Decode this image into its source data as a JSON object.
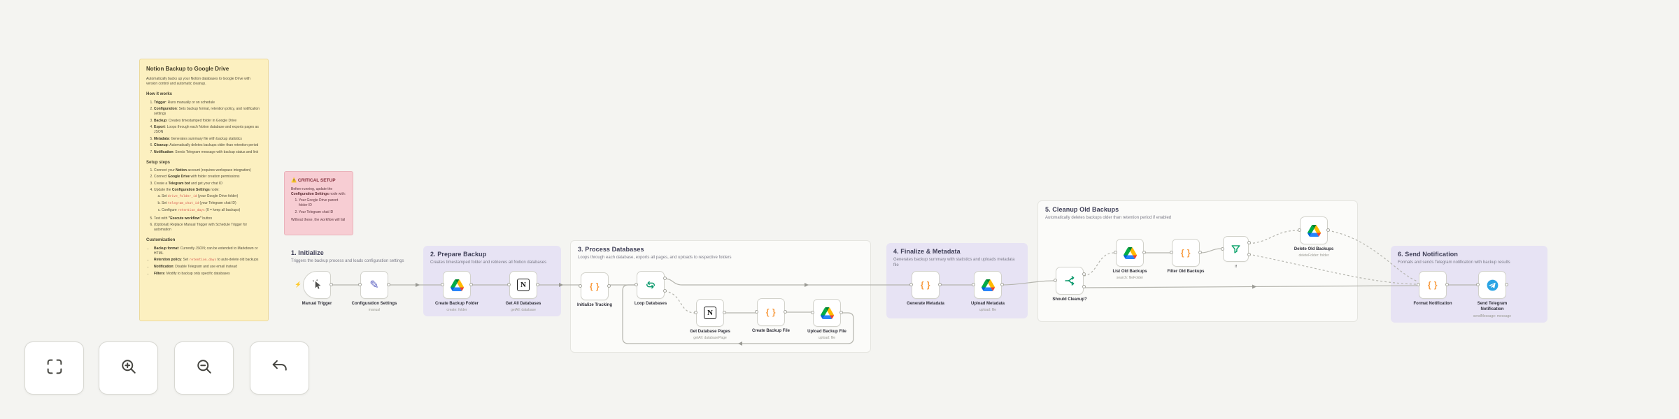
{
  "colors": {
    "canvas_bg": "#f4f4f1",
    "section_purple": "#e7e3f4",
    "section_white": "#fbfbf9",
    "sticky_yellow": "#fcf0c0",
    "sticky_pink": "#f7cdd3",
    "node_border": "#d2d2cb",
    "wire": "#b5b5ae",
    "code_orange": "#f89b40",
    "loop_green": "#0e9a6e",
    "telegram_blue": "#2aa4e4",
    "pencil_indigo": "#5a5fc0",
    "trigger_bolt_red": "#e4572e"
  },
  "sticky_yellow": {
    "title": "Notion Backup to Google Drive",
    "intro": "Automatically backs up your Notion databases to Google Drive with version control and automatic cleanup.",
    "how_heading": "How it works",
    "how_items": [
      {
        "segs": [
          {
            "b": "Trigger"
          },
          {
            "t": ": Runs manually or on schedule"
          }
        ]
      },
      {
        "segs": [
          {
            "b": "Configuration"
          },
          {
            "t": ": Sets backup format, retention policy, and notification settings"
          }
        ]
      },
      {
        "segs": [
          {
            "b": "Backup"
          },
          {
            "t": ": Creates timestamped folder in Google Drive"
          }
        ]
      },
      {
        "segs": [
          {
            "b": "Export"
          },
          {
            "t": ": Loops through each Notion database and exports pages as JSON"
          }
        ]
      },
      {
        "segs": [
          {
            "b": "Metadata"
          },
          {
            "t": ": Generates summary file with backup statistics"
          }
        ]
      },
      {
        "segs": [
          {
            "b": "Cleanup"
          },
          {
            "t": ": Automatically deletes backups older than retention period"
          }
        ]
      },
      {
        "segs": [
          {
            "b": "Notification"
          },
          {
            "t": ": Sends Telegram message with backup status and link"
          }
        ]
      }
    ],
    "setup_heading": "Setup steps",
    "setup_items": [
      {
        "segs": [
          {
            "t": "Connect your "
          },
          {
            "b": "Notion"
          },
          {
            "t": " account (requires workspace integration)"
          }
        ]
      },
      {
        "segs": [
          {
            "t": "Connect "
          },
          {
            "b": "Google Drive"
          },
          {
            "t": " with folder creation permissions"
          }
        ]
      },
      {
        "segs": [
          {
            "t": "Create a "
          },
          {
            "b": "Telegram bot"
          },
          {
            "t": " and get your chat ID"
          }
        ]
      },
      {
        "segs": [
          {
            "t": "Update the "
          },
          {
            "b": "Configuration Settings"
          },
          {
            "t": " node:"
          }
        ],
        "sub": [
          {
            "segs": [
              {
                "t": "Set "
              },
              {
                "c": "drive_folder_id"
              },
              {
                "t": " (your Google Drive folder)"
              }
            ]
          },
          {
            "segs": [
              {
                "t": "Set "
              },
              {
                "c": "telegram_chat_id"
              },
              {
                "t": " (your Telegram chat ID)"
              }
            ]
          },
          {
            "segs": [
              {
                "t": "Configure "
              },
              {
                "c": "retention_days"
              },
              {
                "t": " (0 = keep all backups)"
              }
            ]
          }
        ]
      },
      {
        "segs": [
          {
            "t": "Test with "
          },
          {
            "b": "\"Execute workflow\""
          },
          {
            "t": " button"
          }
        ]
      },
      {
        "segs": [
          {
            "t": "(Optional) Replace Manual Trigger with Schedule Trigger for automation"
          }
        ]
      }
    ],
    "custom_heading": "Customization",
    "custom_items": [
      {
        "segs": [
          {
            "b": "Backup format"
          },
          {
            "t": ": Currently JSON; can be extended to Markdown or HTML"
          }
        ]
      },
      {
        "segs": [
          {
            "b": "Retention policy"
          },
          {
            "t": ": Set "
          },
          {
            "c": "retention_days"
          },
          {
            "t": " to auto-delete old backups"
          }
        ]
      },
      {
        "segs": [
          {
            "b": "Notification"
          },
          {
            "t": ": Disable Telegram and use email instead"
          }
        ]
      },
      {
        "segs": [
          {
            "b": "Filters"
          },
          {
            "t": ": Modify to backup only specific databases"
          }
        ]
      }
    ]
  },
  "sticky_pink": {
    "title": "⚠️ CRITICAL SETUP",
    "lead_items": [
      {
        "segs": [
          {
            "t": "Before running, update the "
          },
          {
            "b": "Configuration Settings"
          },
          {
            "t": " node with:"
          }
        ]
      }
    ],
    "list_items": [
      {
        "segs": [
          {
            "t": "Your Google Drive parent folder ID"
          }
        ]
      },
      {
        "segs": [
          {
            "t": "Your Telegram chat ID"
          }
        ]
      }
    ],
    "footer": "Without these, the workflow will fail"
  },
  "sections": [
    {
      "label": "1. Initialize",
      "subtitle": "Triggers the backup process and loads configuration settings"
    },
    {
      "label": "2. Prepare Backup",
      "subtitle": "Creates timestamped folder and retrieves all Notion databases"
    },
    {
      "label": "3. Process Databases",
      "subtitle": "Loops through each database, exports all pages, and uploads to respective folders"
    },
    {
      "label": "4. Finalize & Metadata",
      "subtitle": "Generates backup summary with statistics and uploads metadata file"
    },
    {
      "label": "5. Cleanup Old Backups",
      "subtitle": "Automatically deletes backups older than retention period if enabled"
    },
    {
      "label": "6. Send Notification",
      "subtitle": "Formats and sends Telegram notification with backup results"
    }
  ],
  "nodes": [
    {
      "label": "Manual Trigger",
      "icon": "cursor-click-icon"
    },
    {
      "label": "Configuration Settings",
      "subtitle": "manual",
      "icon": "pencil-icon"
    },
    {
      "label": "Create Backup Folder",
      "subtitle": "create: folder",
      "icon": "google-drive-icon"
    },
    {
      "label": "Get All Databases",
      "subtitle": "getAll: database",
      "icon": "notion-icon"
    },
    {
      "label": "Initialize Tracking",
      "icon": "code-braces-icon"
    },
    {
      "label": "Loop Databases",
      "icon": "loop-icon"
    },
    {
      "label": "Get Database Pages",
      "subtitle": "getAll: databasePage",
      "icon": "notion-icon"
    },
    {
      "label": "Create Backup File",
      "icon": "code-braces-icon"
    },
    {
      "label": "Upload Backup File",
      "subtitle": "upload: file",
      "icon": "google-drive-icon"
    },
    {
      "label": "Generate Metadata",
      "icon": "code-braces-icon"
    },
    {
      "label": "Upload Metadata",
      "subtitle": "upload: file",
      "icon": "google-drive-icon"
    },
    {
      "label": "Should Cleanup?",
      "icon": "if-branch-icon"
    },
    {
      "label": "List Old Backups",
      "subtitle": "search: fileFolder",
      "icon": "google-drive-icon"
    },
    {
      "label": "Filter Old Backups",
      "icon": "code-braces-icon"
    },
    {
      "label": "If",
      "icon": "filter-funnel-icon"
    },
    {
      "label": "Delete Old Backups",
      "subtitle": "deleteFolder: folder",
      "icon": "google-drive-icon"
    },
    {
      "label": "Format Notification",
      "icon": "code-braces-icon"
    },
    {
      "label": "Send Telegram Notification",
      "subtitle": "sendMessage: message",
      "icon": "telegram-icon"
    }
  ],
  "toolbar": {
    "buttons": [
      {
        "name": "zoom-to-fit",
        "icon": "fit-view-icon"
      },
      {
        "name": "zoom-in",
        "icon": "zoom-in-icon"
      },
      {
        "name": "zoom-out",
        "icon": "zoom-out-icon"
      },
      {
        "name": "reset",
        "icon": "undo-icon"
      }
    ]
  }
}
